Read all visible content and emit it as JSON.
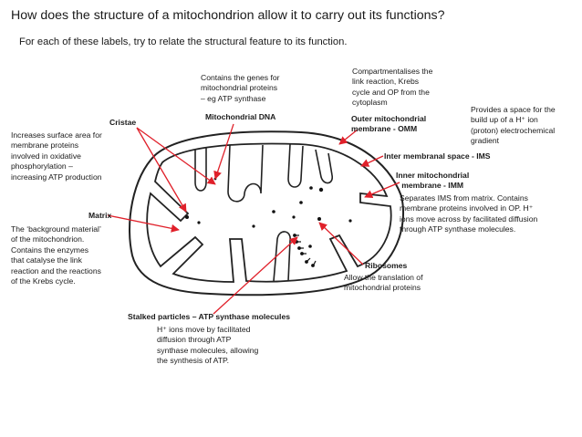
{
  "title": "How does the structure of a mitochondrion allow it to carry out its functions?",
  "subtitle": "For each of these labels, try to relate the structural feature to its function.",
  "labels": {
    "dna": {
      "description": "Contains the genes for\nmitochondrial proteins\n– eg ATP synthase",
      "name": "Mitochondrial DNA"
    },
    "compartment": {
      "description": "Compartmentalises the\nlink reaction, Krebs\ncycle and OP from the\ncytoplasm"
    },
    "omm": {
      "name": "Outer mitochondrial\nmembrane - OMM"
    },
    "gradient": {
      "description": "Provides a space for the\nbuild up of a H⁺ ion\n(proton) electrochemical\ngradient"
    },
    "ims": {
      "name": "Inter membranal space - IMS"
    },
    "imm": {
      "name": "Inner mitochondrial\nmembrane - IMM",
      "description": "Separates IMS from matrix. Contains\nmembrane proteins involved in OP. H⁺\nions move across by facilitated diffusion\nthrough ATP synthase molecules."
    },
    "cristae": {
      "name": "Cristae",
      "description": "Increases surface area for\nmembrane proteins\ninvolved in oxidative\nphosphorylation –\nincreasing ATP production"
    },
    "matrix": {
      "name": "Matrix",
      "description": "The ‘background material’\nof the mitochondrion.\nContains the enzymes\nthat catalyse the link\nreaction and the reactions\nof the Krebs cycle."
    },
    "ribosomes": {
      "name": "Ribosomes",
      "description": "Allow the translation of\nmitochondrial proteins"
    },
    "stalked": {
      "name": "Stalked particles – ATP synthase molecules",
      "description": "H⁺ ions move by facilitated\ndiffusion through ATP\nsynthase molecules,  allowing\nthe synthesis of ATP."
    }
  },
  "colors": {
    "arrow": "#e0202a",
    "outline": "#222222",
    "text": "#1a1a1a"
  }
}
